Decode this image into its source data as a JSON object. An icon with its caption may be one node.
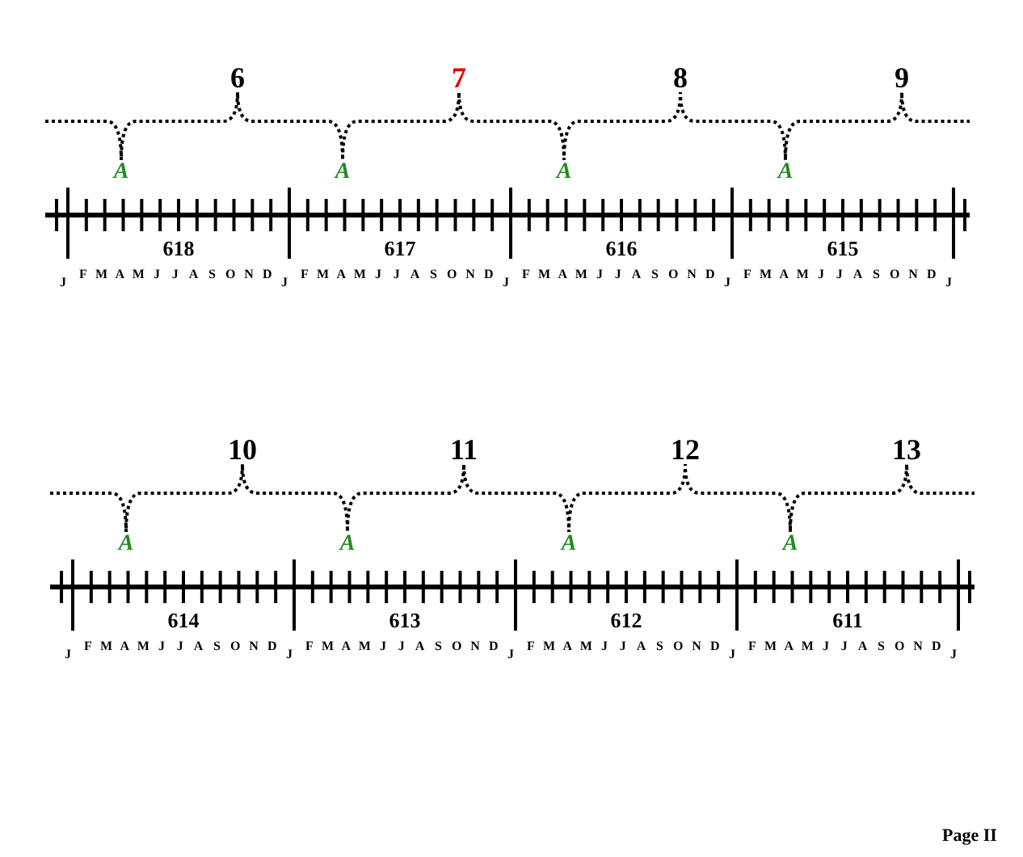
{
  "diagram": {
    "labels": [
      "6",
      "7",
      "8",
      "9",
      "A",
      "A",
      "A",
      "A",
      "618",
      "617",
      "616",
      "615",
      "J",
      "F",
      "M",
      "A",
      "M",
      "J",
      "J",
      "A",
      "S",
      "O",
      "N",
      "D",
      "J",
      "F",
      "M",
      "A",
      "M",
      "J",
      "J",
      "A",
      "S",
      "O",
      "N",
      "D",
      "J",
      "F",
      "M",
      "A",
      "M",
      "J",
      "J",
      "A",
      "S",
      "O",
      "N",
      "D",
      "J",
      "F",
      "M",
      "A",
      "M",
      "J",
      "J",
      "A",
      "S",
      "O",
      "N",
      "D",
      "J",
      "10",
      "11",
      "12",
      "13",
      "A",
      "A",
      "A",
      "A",
      "614",
      "613",
      "612",
      "611",
      "J",
      "F",
      "M",
      "A",
      "M",
      "J",
      "J",
      "A",
      "S",
      "O",
      "N",
      "D",
      "J",
      "F",
      "M",
      "A",
      "M",
      "J",
      "J",
      "A",
      "S",
      "O",
      "N",
      "D",
      "J",
      "F",
      "M",
      "A",
      "M",
      "J",
      "J",
      "A",
      "S",
      "O",
      "N",
      "D",
      "J",
      "F",
      "M",
      "A",
      "M",
      "J",
      "J",
      "A",
      "S",
      "O",
      "N",
      "D",
      "J",
      "Page II"
    ]
  }
}
